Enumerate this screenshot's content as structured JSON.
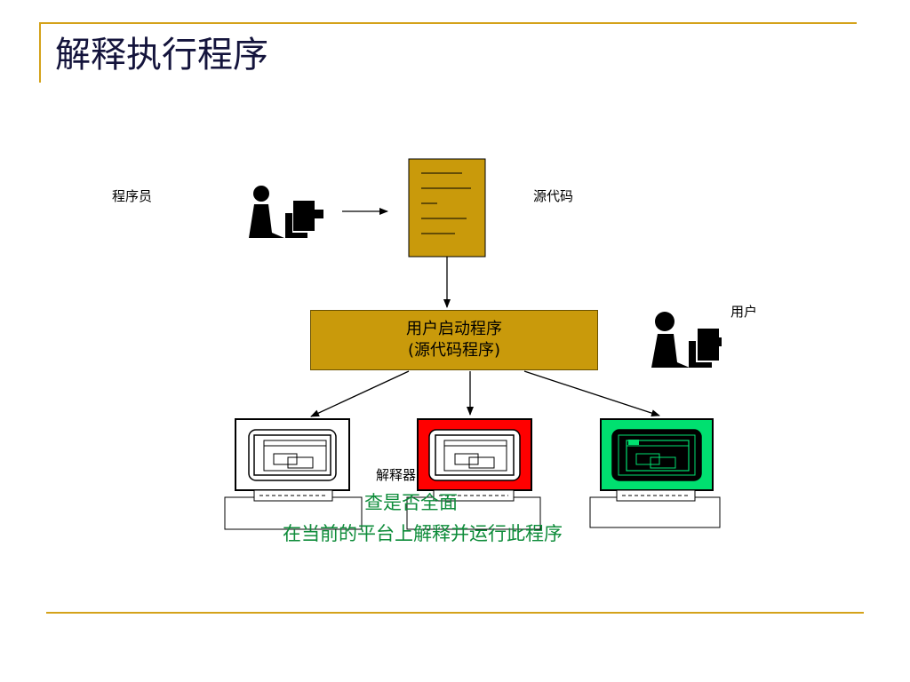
{
  "slide": {
    "title": "解释执行程序"
  },
  "diagram": {
    "programmer_label": "程序员",
    "source_label": "源代码",
    "user_label": "用户",
    "start_box": {
      "line1": "用户启动程序",
      "line2": "(源代码程序)"
    },
    "interpreter_label": "解释器",
    "note": {
      "line1": "查是否全面",
      "line2": "在当前的平台上解释并运行此程序"
    }
  },
  "colors": {
    "accent_rule": "#d4a21a",
    "document_fill": "#c99a0b",
    "monitor_red": "#ff0000",
    "monitor_green": "#00e070",
    "note_text": "#0e8c3a"
  },
  "icons": [
    "programmer-icon",
    "user-icon",
    "document-icon",
    "monitor-icon"
  ]
}
